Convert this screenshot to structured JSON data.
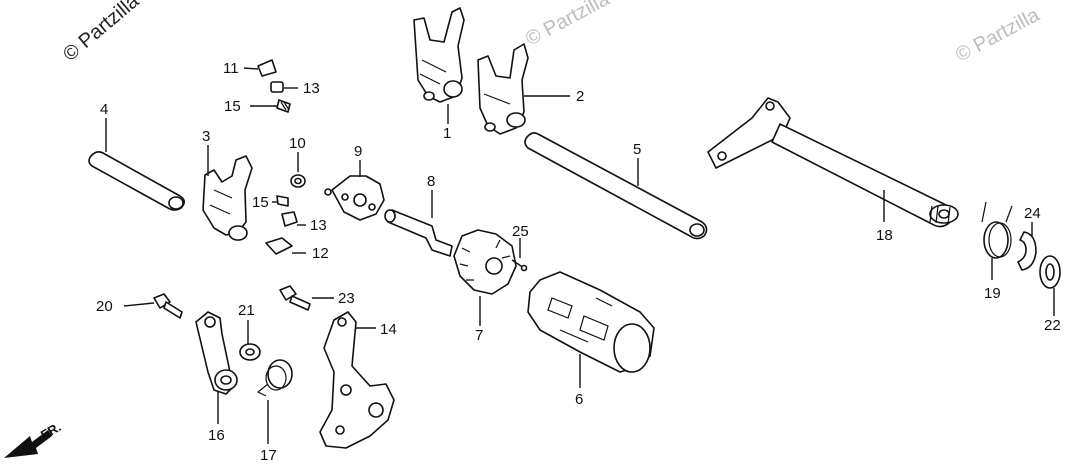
{
  "watermarks": [
    "© Partzilla",
    "© Partzilla",
    "© Partzilla"
  ],
  "direction_label": "FR.",
  "callouts": [
    "1",
    "2",
    "3",
    "4",
    "5",
    "6",
    "7",
    "8",
    "9",
    "10",
    "11",
    "12",
    "13",
    "13",
    "15",
    "15",
    "16",
    "17",
    "18",
    "19",
    "20",
    "21",
    "22",
    "23",
    "24",
    "25",
    "14"
  ]
}
